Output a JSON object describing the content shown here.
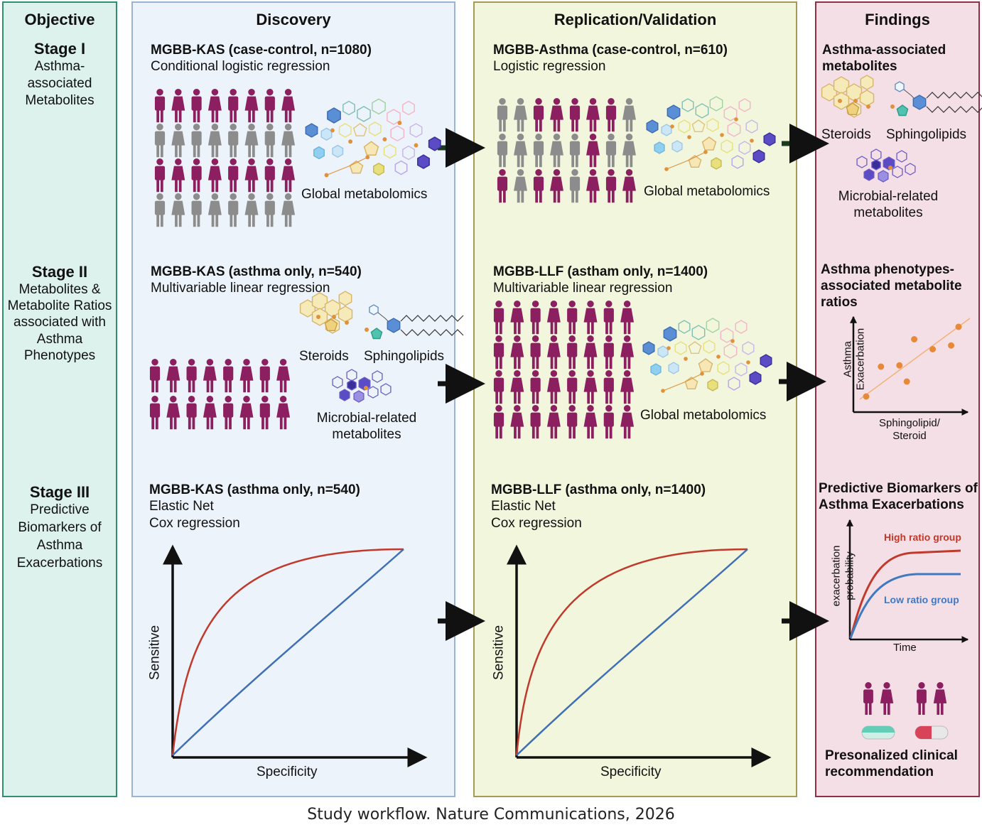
{
  "columns": {
    "objective": "Objective",
    "discovery": "Discovery",
    "replication": "Replication/Validation",
    "findings": "Findings"
  },
  "stages": [
    {
      "title": "Stage I",
      "desc": [
        "Asthma-",
        "associated",
        "Metabolites"
      ],
      "discovery": {
        "cohort": "MGBB-KAS (case-control, n=1080)",
        "methods": [
          "Conditional logistic regression"
        ],
        "label": "Global metabolomics"
      },
      "replication": {
        "cohort": "MGBB-Asthma (case-control, n=610)",
        "methods": [
          "Logistic regression"
        ],
        "label": "Global metabolomics"
      }
    },
    {
      "title": "Stage II",
      "desc": [
        "Metabolites &",
        "Metabolite Ratios",
        "associated with",
        "Asthma",
        "Phenotypes"
      ],
      "discovery": {
        "cohort": "MGBB-KAS (asthma only, n=540)",
        "methods": [
          "Multivariable linear regression"
        ]
      },
      "replication": {
        "cohort": "MGBB-LLF (astham only, n=1400)",
        "methods": [
          "Multivariable linear regression"
        ],
        "label": "Global metabolomics"
      }
    },
    {
      "title": "Stage III",
      "desc": [
        "Predictive",
        "Biomarkers of",
        "Asthma",
        "Exacerbations"
      ],
      "discovery": {
        "cohort": "MGBB-KAS (asthma only, n=540)",
        "methods": [
          "Elastic Net",
          "Cox regression"
        ],
        "xlabel": "Specificity",
        "ylabel": "Sensitive"
      },
      "replication": {
        "cohort": "MGBB-LLF (asthma only, n=1400)",
        "methods": [
          "Elastic Net",
          "Cox regression"
        ],
        "xlabel": "Specificity",
        "ylabel": "Sensitive"
      }
    }
  ],
  "metabolite_labels": {
    "steroids": "Steroids",
    "sphingolipids": "Sphingolipids",
    "microbial": [
      "Microbial-related",
      "metabolites"
    ]
  },
  "findings": {
    "f1_title": [
      "Asthma-associated",
      "metabolites"
    ],
    "f2_title": [
      "Asthma phenotypes-",
      "associated metabolite",
      "ratios"
    ],
    "f2_ylabel": [
      "Asthma",
      "Exacerbation"
    ],
    "f2_xlabel": [
      "Sphingolipid/",
      "Steroid"
    ],
    "f3_title": [
      "Predictive Biomarkers of",
      "Asthma Exacerbations"
    ],
    "f3_high": "High ratio group",
    "f3_low": "Low ratio group",
    "f3_ylabel": [
      "exacerbation",
      "probability"
    ],
    "f3_xlabel": "Time",
    "f4_title": [
      "Presonalized clinical",
      "recommendation"
    ]
  },
  "scatter_points": [
    [
      1.0,
      1.0
    ],
    [
      1.4,
      3.4
    ],
    [
      1.9,
      3.5
    ],
    [
      2.1,
      2.2
    ],
    [
      2.3,
      5.6
    ],
    [
      2.8,
      4.8
    ],
    [
      3.3,
      5.1
    ],
    [
      3.5,
      6.6
    ]
  ],
  "caption": "Study workflow. Nature Communications, 2026",
  "colors": {
    "female": "#8b1f5f",
    "control": "#8c8c8c",
    "curve_red": "#c0392b",
    "curve_blue": "#3f6fb5",
    "scatter": "#e8893a",
    "arrow": "#111111",
    "arrow_stage1": "#1c3a1f"
  }
}
